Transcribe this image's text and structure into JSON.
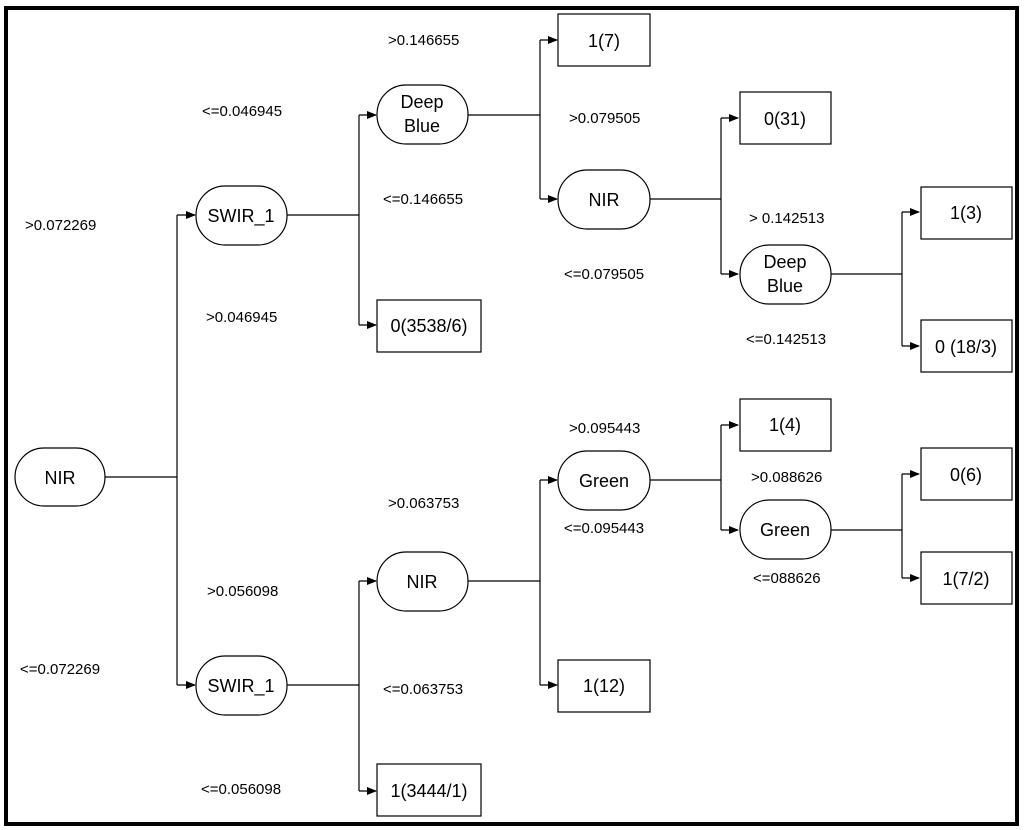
{
  "diagram": {
    "nodes": {
      "root": "NIR",
      "swir_upper": "SWIR_1",
      "swir_lower": "SWIR_1",
      "deepblue_1_line1": "Deep",
      "deepblue_1_line2": "Blue",
      "nir_mid": "NIR",
      "deepblue_2_line1": "Deep",
      "deepblue_2_line2": "Blue",
      "nir_lower": "NIR",
      "green_1": "Green",
      "green_2": "Green"
    },
    "leaves": {
      "leaf_1_7": "1(7)",
      "leaf_0_31": "0(31)",
      "leaf_1_3": "1(3)",
      "leaf_0_18_3": "0 (18/3)",
      "leaf_0_3538_6": "0(3538/6)",
      "leaf_1_4": "1(4)",
      "leaf_0_6": "0(6)",
      "leaf_1_7_2": "1(7/2)",
      "leaf_1_12": "1(12)",
      "leaf_1_3444_1": "1(3444/1)"
    },
    "edge_labels": {
      "root_gt": ">0.072269",
      "root_le": "<=0.072269",
      "swir_upper_le": "<=0.046945",
      "swir_upper_gt": ">0.046945",
      "deepblue_1_gt": ">0.146655",
      "deepblue_1_le": "<=0.146655",
      "nir_mid_gt": ">0.079505",
      "nir_mid_le": "<=0.079505",
      "deepblue_2_gt": "> 0.142513",
      "deepblue_2_le": "<=0.142513",
      "swir_lower_gt": ">0.056098",
      "swir_lower_le": "<=0.056098",
      "nir_lower_gt": ">0.063753",
      "nir_lower_le": "<=0.063753",
      "green_1_gt": ">0.095443",
      "green_1_le": "<=0.095443",
      "green_2_gt": ">0.088626",
      "green_2_le": "<=088626"
    }
  }
}
